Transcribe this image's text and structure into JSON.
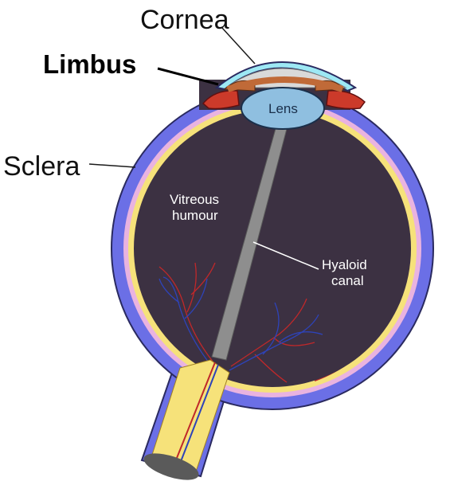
{
  "labels": {
    "cornea": "Cornea",
    "limbus": "Limbus",
    "sclera": "Sclera",
    "lens": "Lens",
    "vitreous_line1": "Vitreous",
    "vitreous_line2": "humour",
    "hyaloid_line1": "Hyaloid",
    "hyaloid_line2": "canal"
  },
  "colors": {
    "sclera": "#6b6fe6",
    "vitreous": "#3c3142",
    "cornea": "#9de8f4",
    "lens": "#8fbfe0",
    "iris": "#c06a38",
    "ciliary": "#cc3a2a",
    "retina_yellow": "#f6e27a",
    "choroid_pink": "#e9b3e0",
    "hyaloid": "#8e8e8e",
    "vessel_red": "#c0282a",
    "vessel_blue": "#2e43b8"
  }
}
